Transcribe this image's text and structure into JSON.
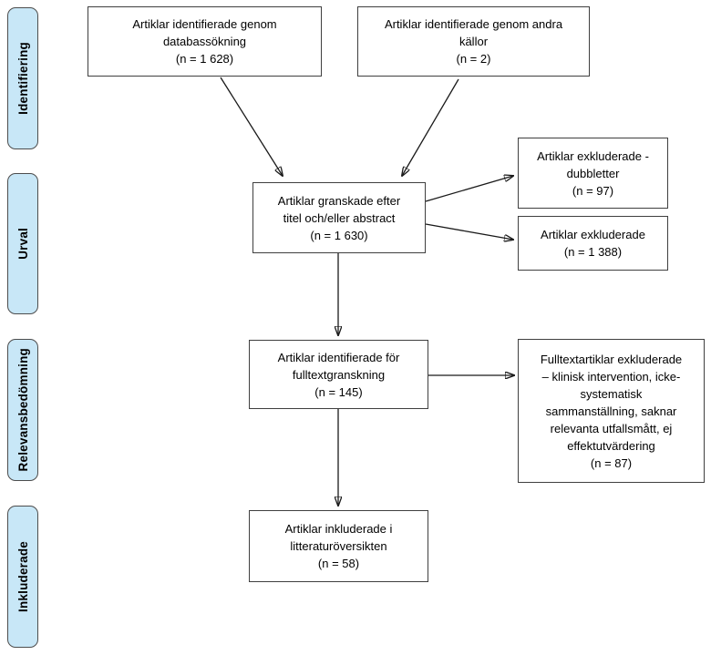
{
  "diagram": {
    "type": "flowchart",
    "stages": [
      {
        "id": "identifiering",
        "label": "Identifiering"
      },
      {
        "id": "urval",
        "label": "Urval"
      },
      {
        "id": "relevansbedomning",
        "label": "Relevansbedömning"
      },
      {
        "id": "inkluderade",
        "label": "Inkluderade"
      }
    ],
    "boxes": {
      "identified_database_search": {
        "text": "Artiklar identifierade genom\ndatabassökning\n(n = 1 628)"
      },
      "identified_other_sources": {
        "text": "Artiklar identifierade genom andra\nkällor\n(n = 2)"
      },
      "screened_title_abstract": {
        "text": "Artiklar granskade efter\ntitel och/eller abstract\n(n = 1 630)"
      },
      "excluded_duplicates": {
        "text": "Artiklar exkluderade -\ndubbletter\n(n = 97)"
      },
      "excluded": {
        "text": "Artiklar exkluderade\n(n = 1 388)"
      },
      "fulltext_review": {
        "text": "Artiklar identifierade för\nfulltextgranskning\n(n = 145)"
      },
      "fulltext_excluded": {
        "text": "Fulltextartiklar exkluderade\n– klinisk intervention, icke-\nsystematisk\nsammanställning, saknar\nrelevanta utfallsmått, ej\neffektutvärdering\n(n = 87)"
      },
      "included": {
        "text": "Artiklar inkluderade i\nlitteraturöversikten\n(n = 58)"
      }
    },
    "edges": [
      {
        "from": "identified_database_search",
        "to": "screened_title_abstract"
      },
      {
        "from": "identified_other_sources",
        "to": "screened_title_abstract"
      },
      {
        "from": "screened_title_abstract",
        "to": "excluded_duplicates"
      },
      {
        "from": "screened_title_abstract",
        "to": "excluded"
      },
      {
        "from": "screened_title_abstract",
        "to": "fulltext_review"
      },
      {
        "from": "fulltext_review",
        "to": "fulltext_excluded"
      },
      {
        "from": "fulltext_review",
        "to": "included"
      }
    ],
    "colors": {
      "stage_fill": "#c8e7f7",
      "stage_border": "#4d4d4d",
      "box_border": "#3f3f3f",
      "arrow": "#1a1a1a",
      "background": "#ffffff"
    }
  }
}
